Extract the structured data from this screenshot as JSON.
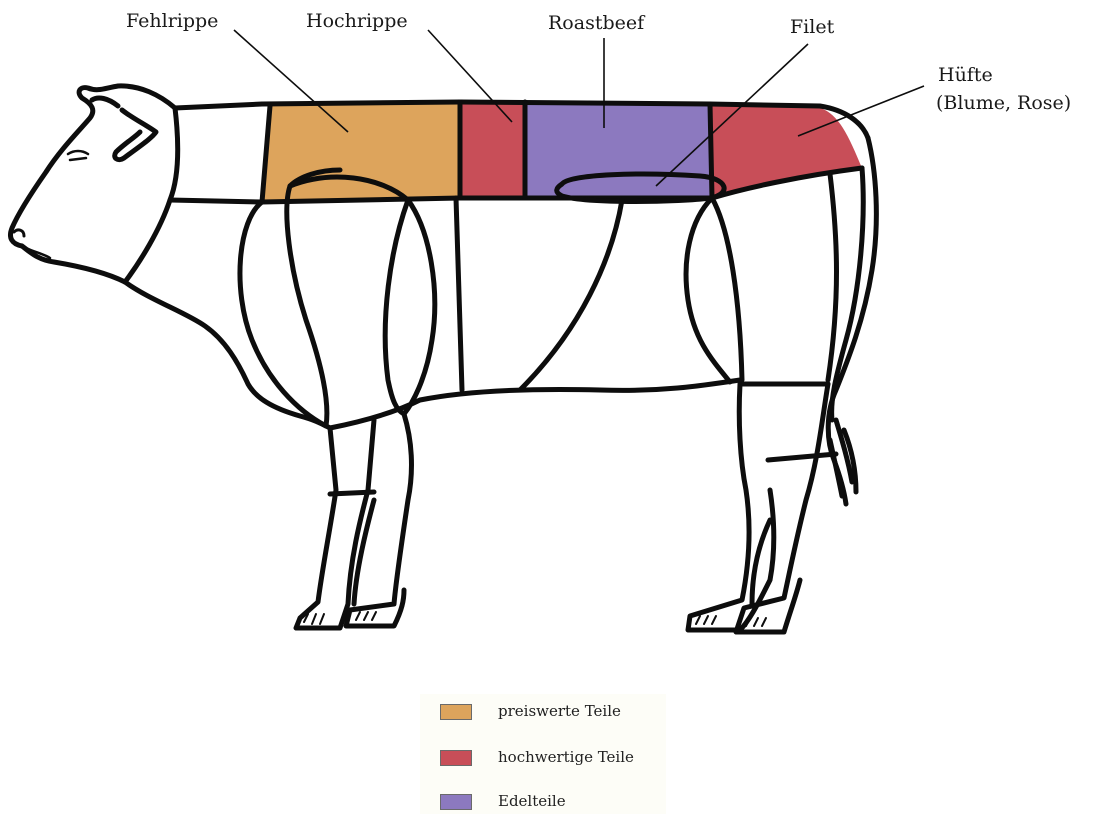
{
  "diagram": {
    "cuts": [
      {
        "key": "fehlrippe",
        "label": "Fehlrippe",
        "category": "preiswert"
      },
      {
        "key": "hochrippe",
        "label": "Hochrippe",
        "category": "hochwertig"
      },
      {
        "key": "roastbeef",
        "label": "Roastbeef",
        "category": "edel"
      },
      {
        "key": "filet",
        "label": "Filet",
        "category": "edel"
      },
      {
        "key": "huefte",
        "label": "Hüfte",
        "label_sub": "(Blume, Rose)",
        "category": "hochwertig"
      }
    ]
  },
  "legend": {
    "items": [
      {
        "key": "preiswert",
        "label": "preiswerte Teile",
        "color": "#dda45c"
      },
      {
        "key": "hochwertig",
        "label": "hochwertige Teile",
        "color": "#c84e58"
      },
      {
        "key": "edel",
        "label": "Edelteile",
        "color": "#8c79bf"
      }
    ]
  },
  "colors": {
    "outline": "#0d0d0d",
    "fehlrippe": "#dda45c",
    "hochrippe": "#c84e58",
    "roastbeef": "#8c79bf",
    "huefte": "#c84e58"
  }
}
